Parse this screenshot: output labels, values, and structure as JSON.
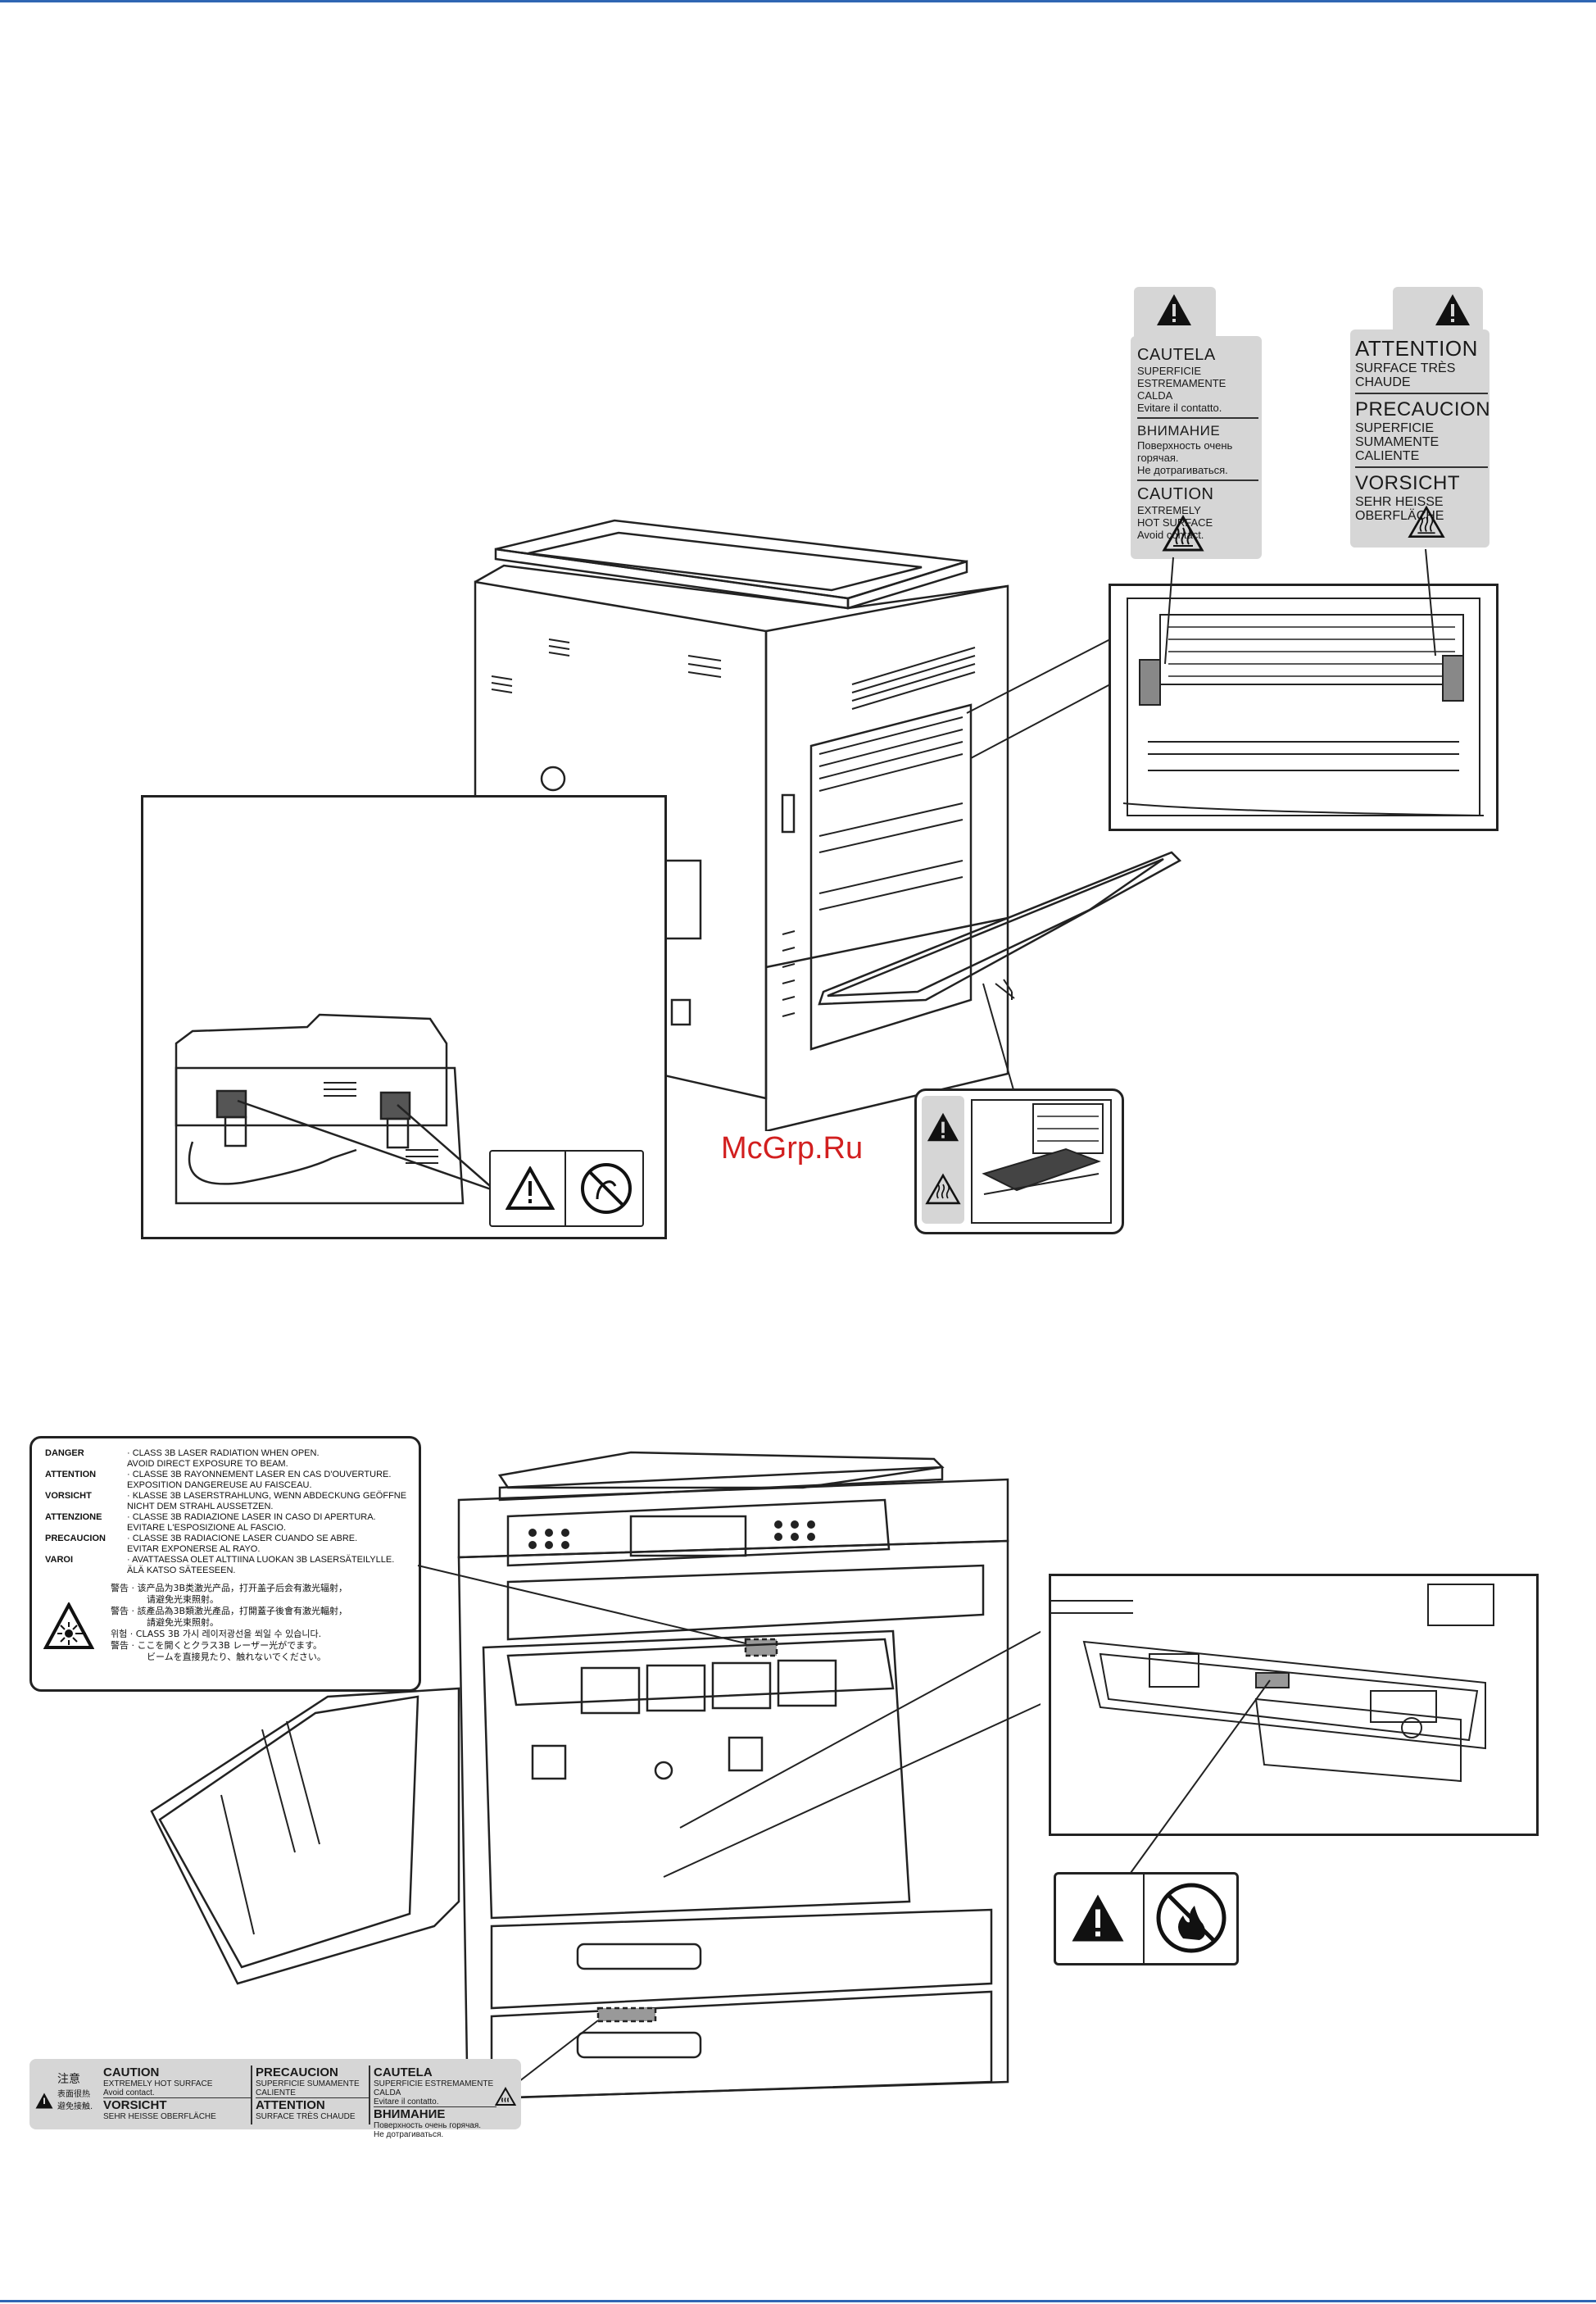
{
  "label_cautela_it": {
    "title": "CAUTELA",
    "line1": "SUPERFICIE",
    "line2": "ESTREMAMENTE CALDA",
    "line3": "Evitare il contatto.",
    "ru_title": "ВНИМАНИЕ",
    "ru_line1": "Поверхность очень",
    "ru_line2": "горячая.",
    "ru_line3": "Не дотрагиваться.",
    "en_title": "CAUTION",
    "en_line1": "EXTREMELY",
    "en_line2": "HOT SURFACE",
    "en_line3": "Avoid contact."
  },
  "label_attention_fr": {
    "fr_title": "ATTENTION",
    "fr_line1": "SURFACE TRÈS",
    "fr_line2": "CHAUDE",
    "es_title": "PRECAUCION",
    "es_line1": "SUPERFICIE",
    "es_line2": "SUMAMENTE",
    "es_line3": "CALIENTE",
    "de_title": "VORSICHT",
    "de_line1": "SEHR HEISSE",
    "de_line2": "OBERFLÄCHE"
  },
  "laser_label": {
    "rows": [
      {
        "key": "DANGER",
        "v1": "· CLASS 3B LASER RADIATION WHEN OPEN.",
        "v2": "AVOID DIRECT EXPOSURE TO BEAM."
      },
      {
        "key": "ATTENTION",
        "v1": "· CLASSE 3B RAYONNEMENT LASER EN CAS D'OUVERTURE.",
        "v2": "EXPOSITION DANGEREUSE AU FAISCEAU."
      },
      {
        "key": "VORSICHT",
        "v1": "· KLASSE 3B LASERSTRAHLUNG, WENN ABDECKUNG GEÖFFNE",
        "v2": "NICHT DEM STRAHL AUSSETZEN."
      },
      {
        "key": "ATTENZIONE",
        "v1": "· CLASSE 3B RADIAZIONE LASER IN CASO DI APERTURA.",
        "v2": "EVITARE L'ESPOSIZIONE AL FASCIO."
      },
      {
        "key": "PRECAUCION",
        "v1": "· CLASSE 3B RADIACIONE LASER CUANDO SE ABRE.",
        "v2": "EVITAR EXPONERSE AL RAYO."
      },
      {
        "key": "VAROI",
        "v1": "· AVATTAESSA OLET ALTTIINA LUOKAN 3B LASERSÄTEILYLLE.",
        "v2": "ÄLÄ KATSO SÄTEESEEN."
      }
    ],
    "cn1a": "警告 · 该产品为3B类激光产品，打开盖子后会有激光辐射，",
    "cn1b": "请避免光束照射。",
    "cn2a": "警告 · 該產品為3B類激光產品，打開蓋子後會有激光輻射，",
    "cn2b": "請避免光束照射。",
    "kr": "위험 · CLASS 3B 가시 레이저광선을 쐬일 수 있습니다.",
    "jp1": "警告 · ここを開くとクラス3B レーザー光がでます。",
    "jp2": "ビームを直接見たり、触れないでください。"
  },
  "bottom_label": {
    "jp_title": "注意",
    "jp_sub1": "表面很热",
    "jp_sub2": "避免接触.",
    "en_title": "CAUTION",
    "en_text1": "EXTREMELY HOT SURFACE",
    "en_text2": "Avoid contact.",
    "de_title": "VORSICHT",
    "de_text": "SEHR HEISSE OBERFLÄCHE",
    "es_title": "PRECAUCION",
    "es_text1": "SUPERFICIE SUMAMENTE",
    "es_text2": "CALIENTE",
    "fr_title": "ATTENTION",
    "fr_text": "SURFACE TRÈS CHAUDE",
    "it_title": "CAUTELA",
    "it_text1": "SUPERFICIE ESTREMAMENTE CALDA",
    "it_text2": "Evitare il contatto.",
    "ru_title": "ВНИМАНИЕ",
    "ru_text1": "Поверхность очень горячая.",
    "ru_text2": "Не дотрагиваться."
  },
  "watermark": "McGrp.Ru",
  "icons": [
    "warning-triangle-icon",
    "hot-surface-icon",
    "no-touch-icon",
    "no-fire-icon",
    "laser-icon"
  ]
}
